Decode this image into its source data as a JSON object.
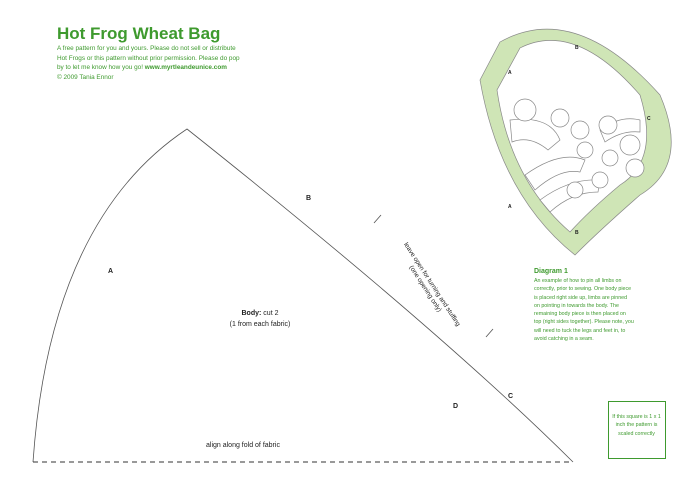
{
  "header": {
    "title_bold": "Hot Frog",
    "title_rest": "Wheat Bag",
    "intro_text": "A free pattern for you and yours. Please do not sell or distribute Hot Frogs or this pattern without prior permission. Please do pop by to let me know how you go!",
    "website": "www.myrtleandeunice.com",
    "copyright": "© 2009 Tania Ennor"
  },
  "pattern": {
    "labels": {
      "a": "A",
      "b": "B",
      "c": "C",
      "d": "D"
    },
    "body_title": "Body:",
    "body_cut": "cut 2",
    "body_note": "(1 from each fabric)",
    "leave_open_line1": "leave open for turning and stuffing",
    "leave_open_line2": "(one opening only)",
    "fold_text": "align along fold of fabric"
  },
  "diagram": {
    "title": "Diagram 1",
    "text": "An example of how to pin all limbs on correctly, prior to sewing. One body piece is placed right side up, limbs are pinned on pointing in towards the body. The remaining body piece is then placed on top (right sides together). Please note, you will need to tuck the legs and feet in, to avoid catching in a seam.",
    "labels": {
      "a": "A",
      "a2": "A",
      "b": "B",
      "b2": "B",
      "c": "C"
    }
  },
  "scale_square": {
    "text": "If this square is 1 x 1 inch the pattern is scaled correctly"
  },
  "colors": {
    "brand_green": "#3e9a2e",
    "diagram_fill": "#cfe5b6"
  }
}
